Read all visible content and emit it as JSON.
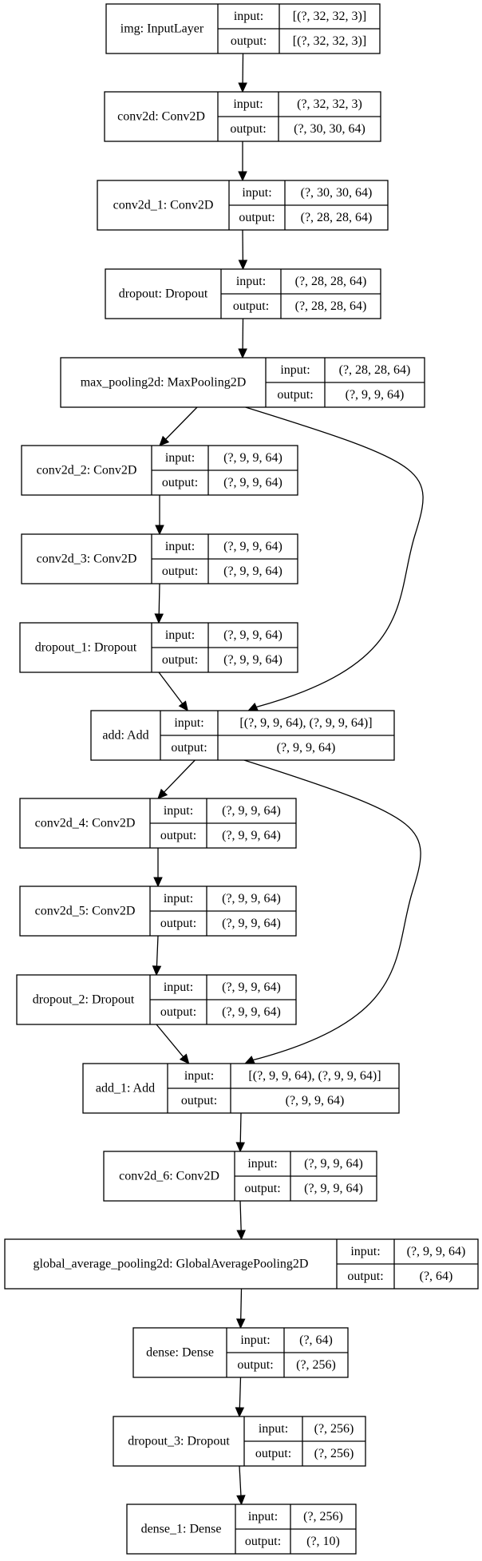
{
  "field_labels": {
    "input": "input:",
    "output": "output:"
  },
  "nodes": [
    {
      "id": "img",
      "name": "img: InputLayer",
      "input": "[(?, 32, 32, 3)]",
      "output": "[(?, 32, 32, 3)]"
    },
    {
      "id": "conv2d",
      "name": "conv2d: Conv2D",
      "input": "(?, 32, 32, 3)",
      "output": "(?, 30, 30, 64)"
    },
    {
      "id": "conv2d_1",
      "name": "conv2d_1: Conv2D",
      "input": "(?, 30, 30, 64)",
      "output": "(?, 28, 28, 64)"
    },
    {
      "id": "dropout",
      "name": "dropout: Dropout",
      "input": "(?, 28, 28, 64)",
      "output": "(?, 28, 28, 64)"
    },
    {
      "id": "max_pooling2d",
      "name": "max_pooling2d: MaxPooling2D",
      "input": "(?, 28, 28, 64)",
      "output": "(?, 9, 9, 64)"
    },
    {
      "id": "conv2d_2",
      "name": "conv2d_2: Conv2D",
      "input": "(?, 9, 9, 64)",
      "output": "(?, 9, 9, 64)"
    },
    {
      "id": "conv2d_3",
      "name": "conv2d_3: Conv2D",
      "input": "(?, 9, 9, 64)",
      "output": "(?, 9, 9, 64)"
    },
    {
      "id": "dropout_1",
      "name": "dropout_1: Dropout",
      "input": "(?, 9, 9, 64)",
      "output": "(?, 9, 9, 64)"
    },
    {
      "id": "add",
      "name": "add: Add",
      "input": "[(?, 9, 9, 64), (?, 9, 9, 64)]",
      "output": "(?, 9, 9, 64)"
    },
    {
      "id": "conv2d_4",
      "name": "conv2d_4: Conv2D",
      "input": "(?, 9, 9, 64)",
      "output": "(?, 9, 9, 64)"
    },
    {
      "id": "conv2d_5",
      "name": "conv2d_5: Conv2D",
      "input": "(?, 9, 9, 64)",
      "output": "(?, 9, 9, 64)"
    },
    {
      "id": "dropout_2",
      "name": "dropout_2: Dropout",
      "input": "(?, 9, 9, 64)",
      "output": "(?, 9, 9, 64)"
    },
    {
      "id": "add_1",
      "name": "add_1: Add",
      "input": "[(?, 9, 9, 64), (?, 9, 9, 64)]",
      "output": "(?, 9, 9, 64)"
    },
    {
      "id": "conv2d_6",
      "name": "conv2d_6: Conv2D",
      "input": "(?, 9, 9, 64)",
      "output": "(?, 9, 9, 64)"
    },
    {
      "id": "global_average_pooling2d",
      "name": "global_average_pooling2d: GlobalAveragePooling2D",
      "input": "(?, 9, 9, 64)",
      "output": "(?, 64)"
    },
    {
      "id": "dense",
      "name": "dense: Dense",
      "input": "(?, 64)",
      "output": "(?, 256)"
    },
    {
      "id": "dropout_3",
      "name": "dropout_3: Dropout",
      "input": "(?, 256)",
      "output": "(?, 256)"
    },
    {
      "id": "dense_1",
      "name": "dense_1: Dense",
      "input": "(?, 256)",
      "output": "(?, 10)"
    }
  ],
  "edges": [
    [
      "img",
      "conv2d"
    ],
    [
      "conv2d",
      "conv2d_1"
    ],
    [
      "conv2d_1",
      "dropout"
    ],
    [
      "dropout",
      "max_pooling2d"
    ],
    [
      "max_pooling2d",
      "conv2d_2"
    ],
    [
      "max_pooling2d",
      "add"
    ],
    [
      "conv2d_2",
      "conv2d_3"
    ],
    [
      "conv2d_3",
      "dropout_1"
    ],
    [
      "dropout_1",
      "add"
    ],
    [
      "add",
      "conv2d_4"
    ],
    [
      "add",
      "add_1"
    ],
    [
      "conv2d_4",
      "conv2d_5"
    ],
    [
      "conv2d_5",
      "dropout_2"
    ],
    [
      "dropout_2",
      "add_1"
    ],
    [
      "add_1",
      "conv2d_6"
    ],
    [
      "conv2d_6",
      "global_average_pooling2d"
    ],
    [
      "global_average_pooling2d",
      "dense"
    ],
    [
      "dense",
      "dropout_3"
    ],
    [
      "dropout_3",
      "dense_1"
    ]
  ]
}
